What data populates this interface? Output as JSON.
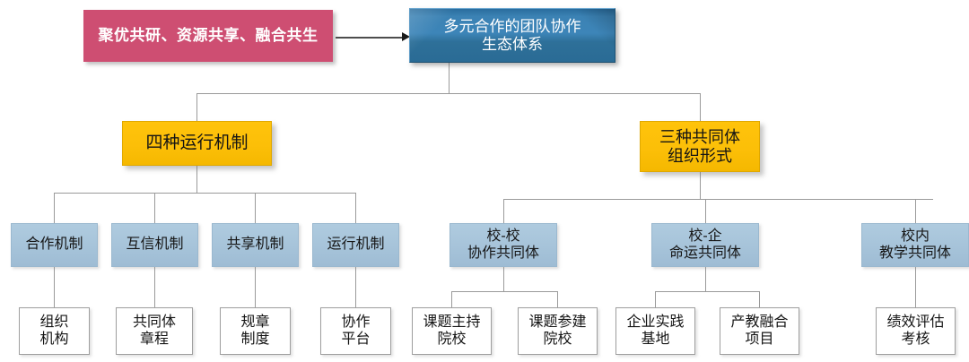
{
  "diagram": {
    "title_banner": "聚优共研、资源共享、融合共生",
    "root": "多元合作的团队协作\n生态体系",
    "branches": [
      {
        "label": "四种运行机制",
        "children": [
          {
            "label": "合作机制",
            "leaves": [
              "组织\n机构"
            ]
          },
          {
            "label": "互信机制",
            "leaves": [
              "共同体\n章程"
            ]
          },
          {
            "label": "共享机制",
            "leaves": [
              "规章\n制度"
            ]
          },
          {
            "label": "运行机制",
            "leaves": [
              "协作\n平台"
            ]
          }
        ]
      },
      {
        "label": "三种共同体\n组织形式",
        "children": [
          {
            "label": "校-校\n协作共同体",
            "leaves": [
              "课题主持\n院校",
              "课题参建\n院校"
            ]
          },
          {
            "label": "校-企\n命运共同体",
            "leaves": [
              "企业实践\n基地",
              "产教融合\n项目"
            ]
          },
          {
            "label": "校内\n教学共同体",
            "leaves": [
              "绩效评估\n考核"
            ]
          }
        ]
      }
    ]
  },
  "colors": {
    "banner_pink": "#CE4E72",
    "root_blue": "#3B82B4",
    "branch_amber": "#FFC30B",
    "node_light_blue": "#A7C4DA",
    "leaf_white": "#FFFFFF",
    "connector_gray": "#9A9A9A"
  }
}
